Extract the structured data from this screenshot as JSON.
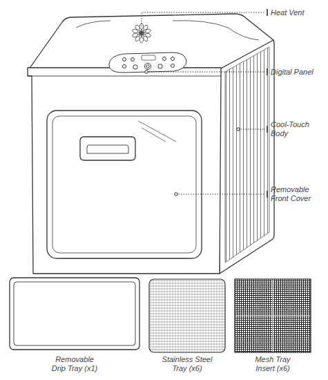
{
  "diagram": {
    "labels": [
      "Heat Vent",
      "Digital Panel",
      "Cool-Touch Body",
      "Removable Front Cover",
      "Removable Drip Tray (x1)",
      "Stainless Steel Tray (x6)",
      "Mesh Tray Insert (x6)"
    ]
  }
}
